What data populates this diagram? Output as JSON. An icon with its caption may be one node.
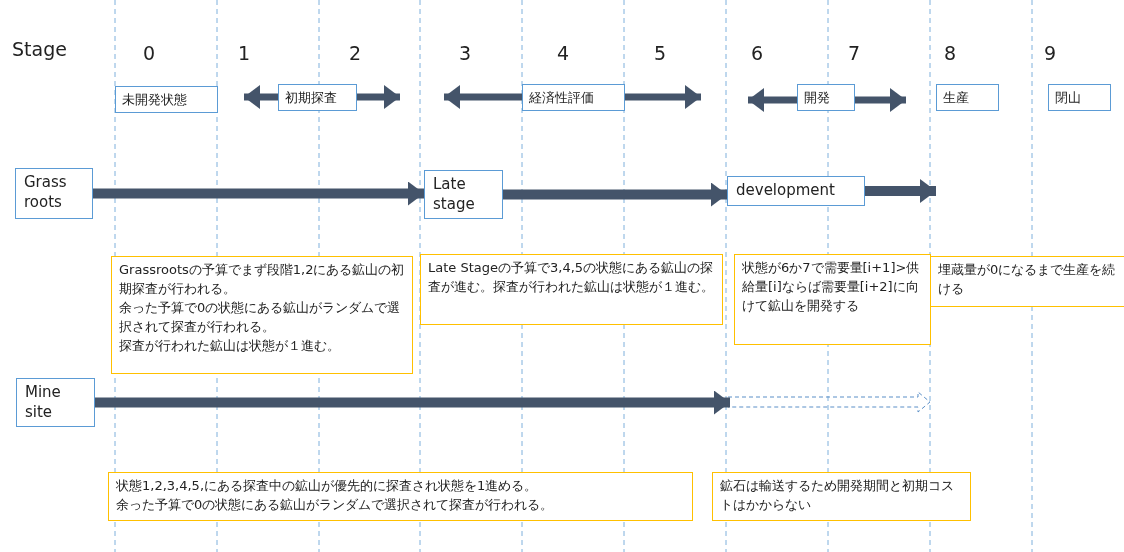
{
  "diagram": {
    "nodes": [
      {
        "text": [
          "未開発状態"
        ]
      },
      {
        "text": [
          "初期探査"
        ]
      },
      {
        "text": [
          "経済性評価"
        ]
      },
      {
        "text": [
          "開発"
        ]
      },
      {
        "text": [
          "生産"
        ]
      },
      {
        "text": [
          "閉山"
        ]
      },
      {
        "text": [
          "Grass roots"
        ]
      },
      {
        "text": [
          "Late stage"
        ]
      },
      {
        "text": [
          "development"
        ]
      },
      {
        "text": [
          "Grassrootsの予算でまず段階1,2にある鉱山の初期探査が行われる。",
          "余った予算で0の状態にある鉱山がランダムで選択されて探査が行われる。",
          "探査が行われた鉱山は状態が１進む。"
        ]
      },
      {
        "text": [
          "Late Stageの予算で3,4,5の状態にある鉱山の探査が進む。探査が行われた鉱山は状態が１進む。"
        ]
      },
      {
        "text": [
          "状態が6か7で需要量[i+1]>供給量[i]ならば需要量[i+2]に向けて鉱山を開発する"
        ]
      },
      {
        "text": [
          "埋蔵量が0になるまで生産を続ける"
        ]
      },
      {
        "text": [
          "Mine site"
        ]
      },
      {
        "text": [
          "状態1,2,3,4,5,にある探査中の鉱山が優先的に探査され状態を1進める。",
          "余った予算で0の状態にある鉱山がランダムで選択されて探査が行われる。"
        ]
      },
      {
        "text": [
          "鉱石は輸送するため開発期間と初期コストはかからない"
        ]
      }
    ],
    "edges": [
      {
        "from": 6,
        "to": 7,
        "arrow": "to"
      },
      {
        "from": 7,
        "to": 8,
        "arrow": "to"
      },
      {
        "from": 8,
        "to": null,
        "arrow": "to"
      },
      {
        "from": 13,
        "to": null,
        "arrow": "to"
      }
    ],
    "labels": [
      "Stage",
      "0",
      "1",
      "2",
      "3",
      "4",
      "5",
      "6",
      "7",
      "8",
      "9"
    ]
  }
}
